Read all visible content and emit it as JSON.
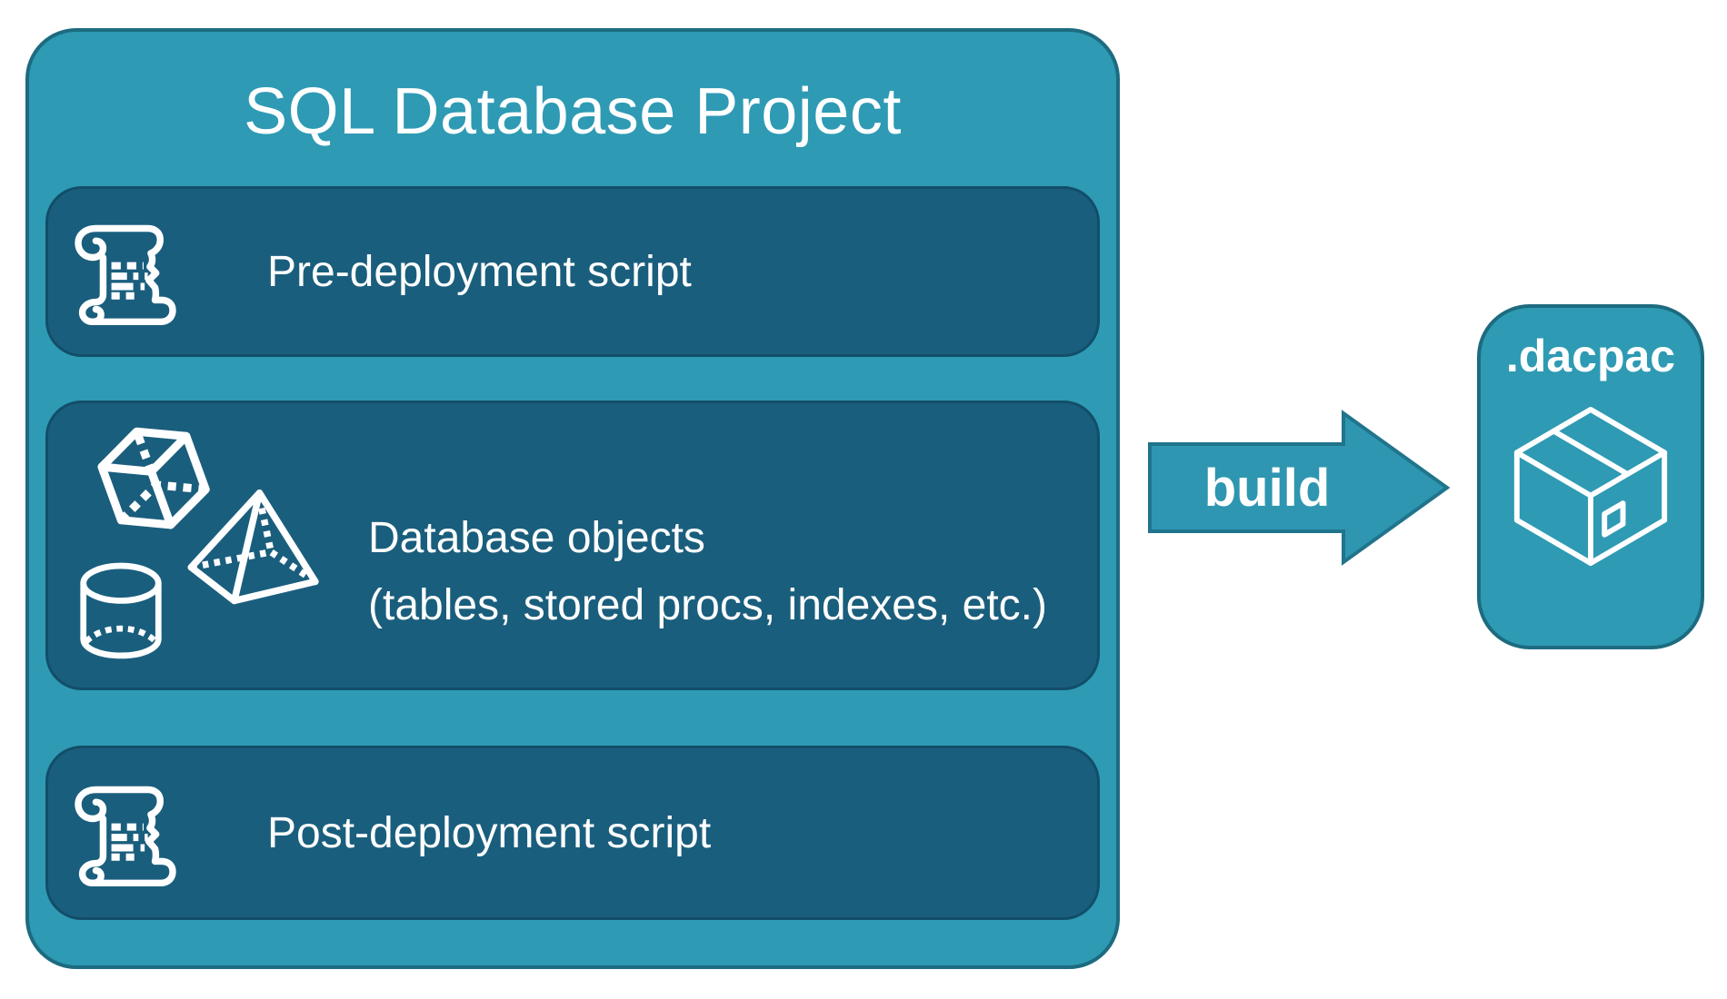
{
  "colors": {
    "page_bg": "#ffffff",
    "container_fill": "#2E9AB4",
    "container_border": "#1D6B80",
    "row_fill": "#1A5E7D",
    "row_border": "#124E69",
    "arrow_fill": "#2E96B0",
    "arrow_border": "#20748C",
    "text": "#ffffff"
  },
  "project": {
    "title": "SQL Database Project",
    "rows": [
      {
        "label": "Pre-deployment script",
        "icon": "scroll-icon"
      },
      {
        "label_line1": "Database objects",
        "label_line2": "(tables, stored procs, indexes, etc.)",
        "icons": [
          "cube-icon",
          "pyramid-icon",
          "cylinder-icon"
        ]
      },
      {
        "label": "Post-deployment script",
        "icon": "scroll-icon"
      }
    ]
  },
  "arrow": {
    "label": "build"
  },
  "output_package": {
    "label": ".dacpac",
    "icon": "package-icon"
  }
}
